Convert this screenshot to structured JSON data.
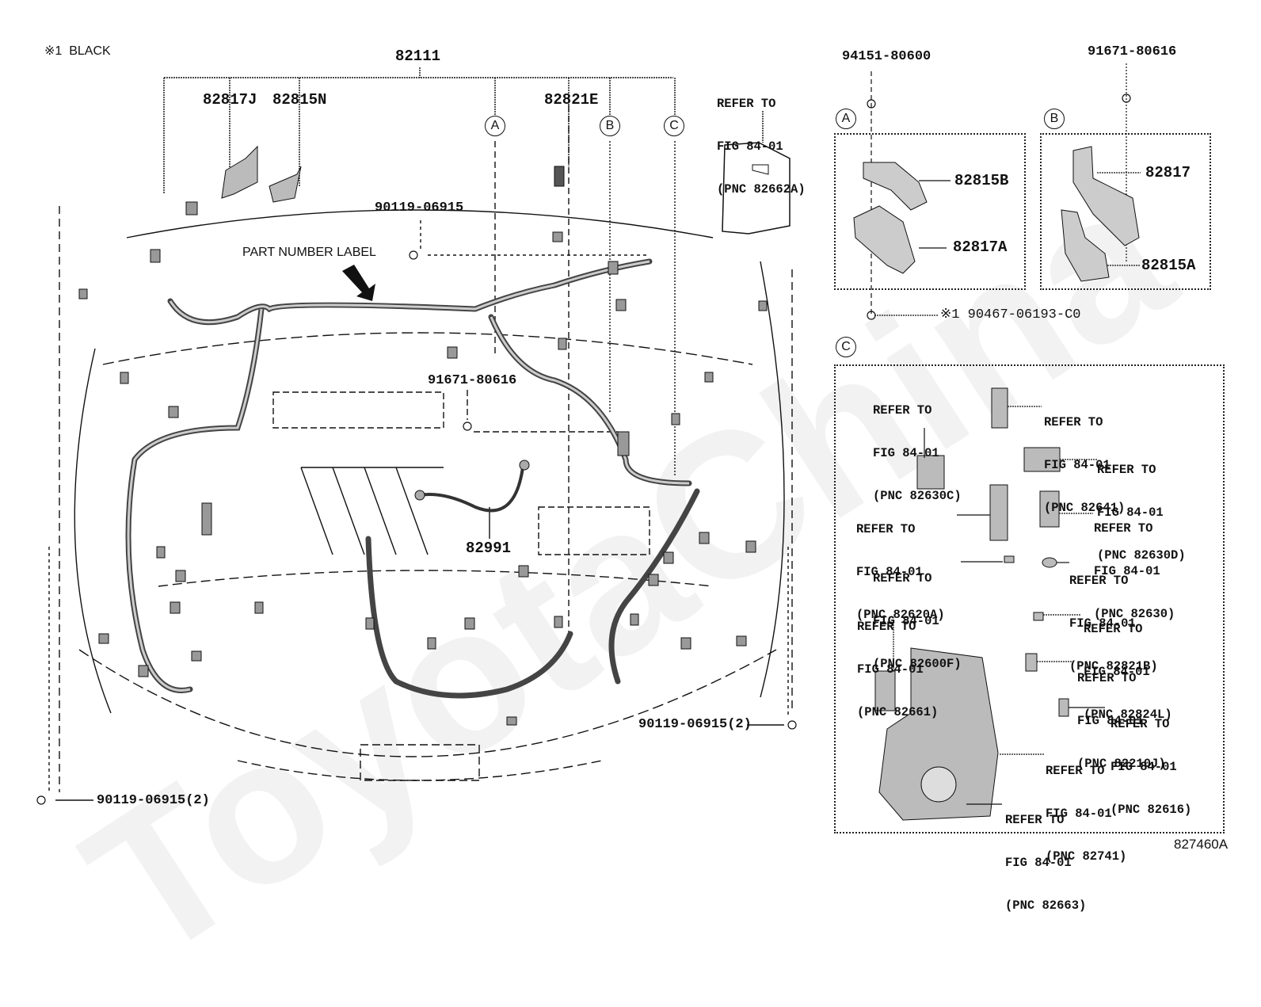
{
  "diagram": {
    "title_note": "※1  BLACK",
    "figure_id": "827460A",
    "watermark": "ToyotaChina",
    "main_harness": "82111",
    "callouts": {
      "c_82817J": "82817J",
      "c_82815N": "82815N",
      "c_82821E": "82821E",
      "c_90119_top": "90119-06915",
      "c_part_label": "PART NUMBER LABEL",
      "c_91671_mid": "91671-80616",
      "c_82991": "82991",
      "c_90119_right": "90119-06915(2)",
      "c_90119_left": "90119-06915(2)"
    },
    "refer_ecu": {
      "l1": "REFER TO",
      "l2": "FIG 84-01",
      "l3": "(PNC 82662A)"
    },
    "circle_labels": {
      "a": "A",
      "b": "B",
      "c": "C"
    },
    "detail_a": {
      "label": "A",
      "fastener_top": "94151-80600",
      "parts": [
        "82815B",
        "82817A"
      ],
      "fastener_bottom": "※1 90467-06193-C0"
    },
    "detail_b": {
      "label": "B",
      "fastener_top": "91671-80616",
      "parts": [
        "82817",
        "82815A"
      ]
    },
    "detail_c": {
      "label": "C",
      "refs": [
        {
          "l1": "REFER TO",
          "l2": "FIG 84-01",
          "l3": "(PNC 82630C)"
        },
        {
          "l1": "REFER TO",
          "l2": "FIG 84-01",
          "l3": "(PNC 82641)"
        },
        {
          "l1": "REFER TO",
          "l2": "FIG 84-01",
          "l3": "(PNC 82630D)"
        },
        {
          "l1": "REFER TO",
          "l2": "FIG 84-01",
          "l3": "(PNC 82620A)"
        },
        {
          "l1": "REFER TO",
          "l2": "FIG 84-01",
          "l3": "(PNC 82630)"
        },
        {
          "l1": "REFER TO",
          "l2": "FIG 84-01",
          "l3": "(PNC 82600F)"
        },
        {
          "l1": "REFER TO",
          "l2": "FIG 84-01",
          "l3": "(PNC 82821B)"
        },
        {
          "l1": "REFER TO",
          "l2": "FIG 84-01",
          "l3": "(PNC 82661)"
        },
        {
          "l1": "REFER TO",
          "l2": "FIG 84-01",
          "l3": "(PNC 82824L)"
        },
        {
          "l1": "REFER TO",
          "l2": "FIG 84-01",
          "l3": "(PNC 82210J)"
        },
        {
          "l1": "REFER TO",
          "l2": "FIG 84-01",
          "l3": "(PNC 82616)"
        },
        {
          "l1": "REFER TO",
          "l2": "FIG 84-01",
          "l3": "(PNC 82741)"
        },
        {
          "l1": "REFER TO",
          "l2": "FIG 84-01",
          "l3": "(PNC 82663)"
        }
      ]
    }
  }
}
